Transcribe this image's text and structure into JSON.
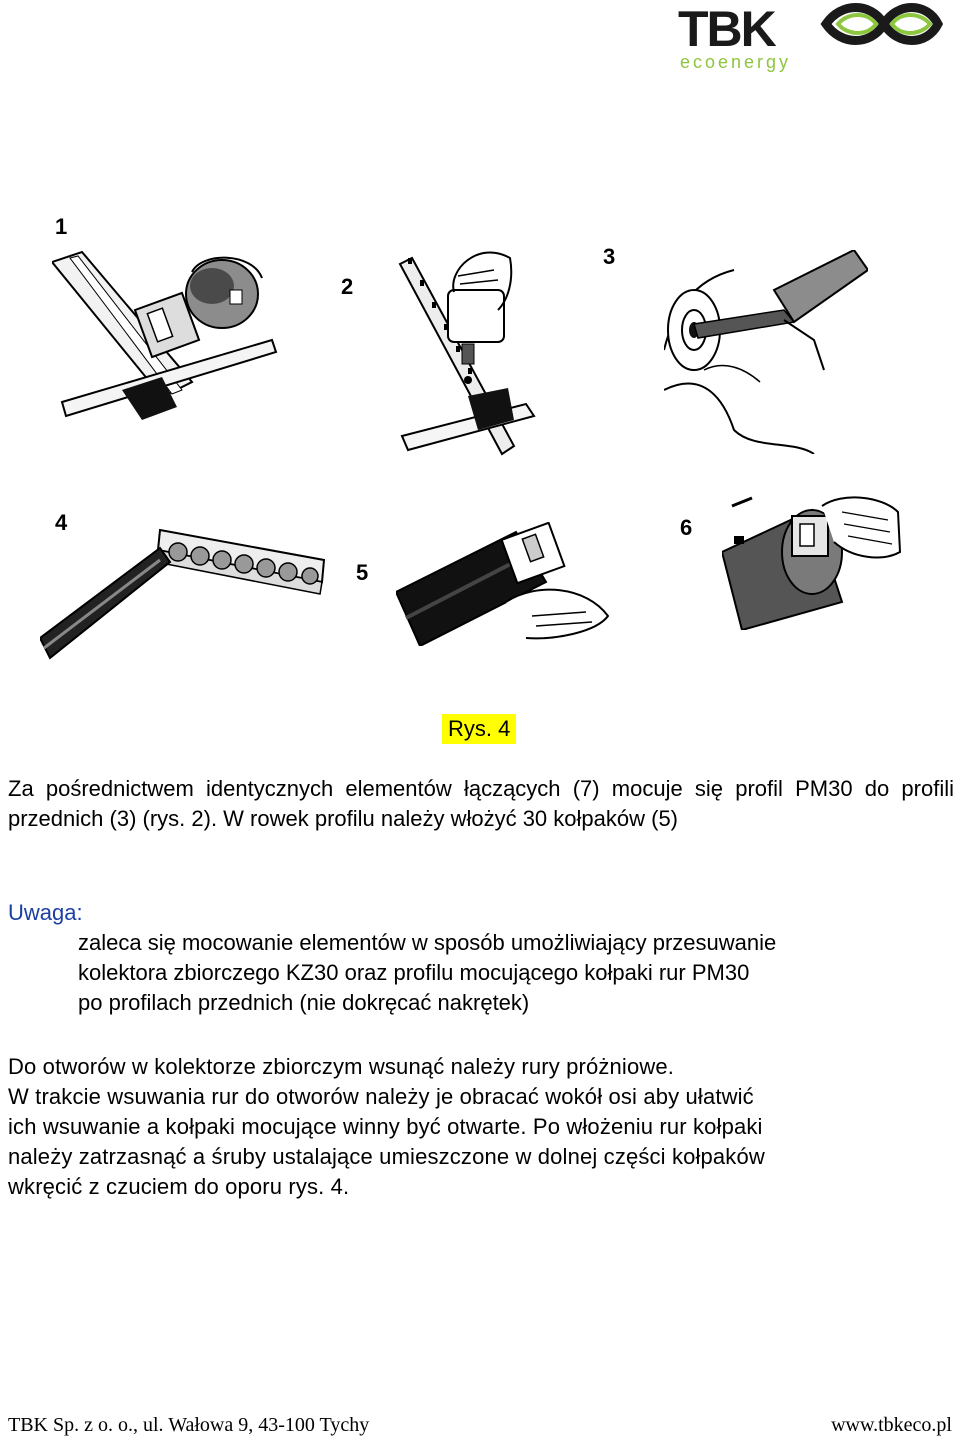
{
  "logo": {
    "brand": "TBK",
    "sub": "ecoenergy",
    "brand_color": "#1a1a1a",
    "accent": "#8dc63f"
  },
  "figure_numbers": [
    "1",
    "2",
    "3",
    "4",
    "5",
    "6"
  ],
  "caption": "Rys. 4",
  "intro": "Za pośrednictwem identycznych elementów łączących (7) mocuje się profil PM30 do profili przednich (3) (rys. 2). W rowek profilu należy włożyć 30 kołpaków (5)",
  "note": {
    "label": "Uwaga:",
    "lines": [
      "zaleca się mocowanie elementów w sposób umożliwiający przesuwanie",
      "kolektora  zbiorczego KZ30 oraz profilu mocującego kołpaki rur PM30",
      "po profilach przednich  (nie dokręcać nakrętek)"
    ]
  },
  "instructions": [
    "Do otworów w kolektorze zbiorczym wsunąć należy rury próżniowe.",
    "W trakcie wsuwania rur do otworów należy je obracać wokół osi aby ułatwić",
    "ich wsuwanie a kołpaki mocujące winny być otwarte. Po włożeniu rur kołpaki",
    "należy zatrzasnąć a śruby ustalające umieszczone w dolnej części kołpaków",
    "wkręcić z czuciem do oporu rys. 4."
  ],
  "footer": {
    "left": "TBK Sp. z o. o.,  ul. Wałowa  9,  43-100 Tychy",
    "right": "www.tbkeco.pl"
  },
  "colors": {
    "note_label": "#1c3fa4",
    "caption_highlight": "#ffff00"
  }
}
